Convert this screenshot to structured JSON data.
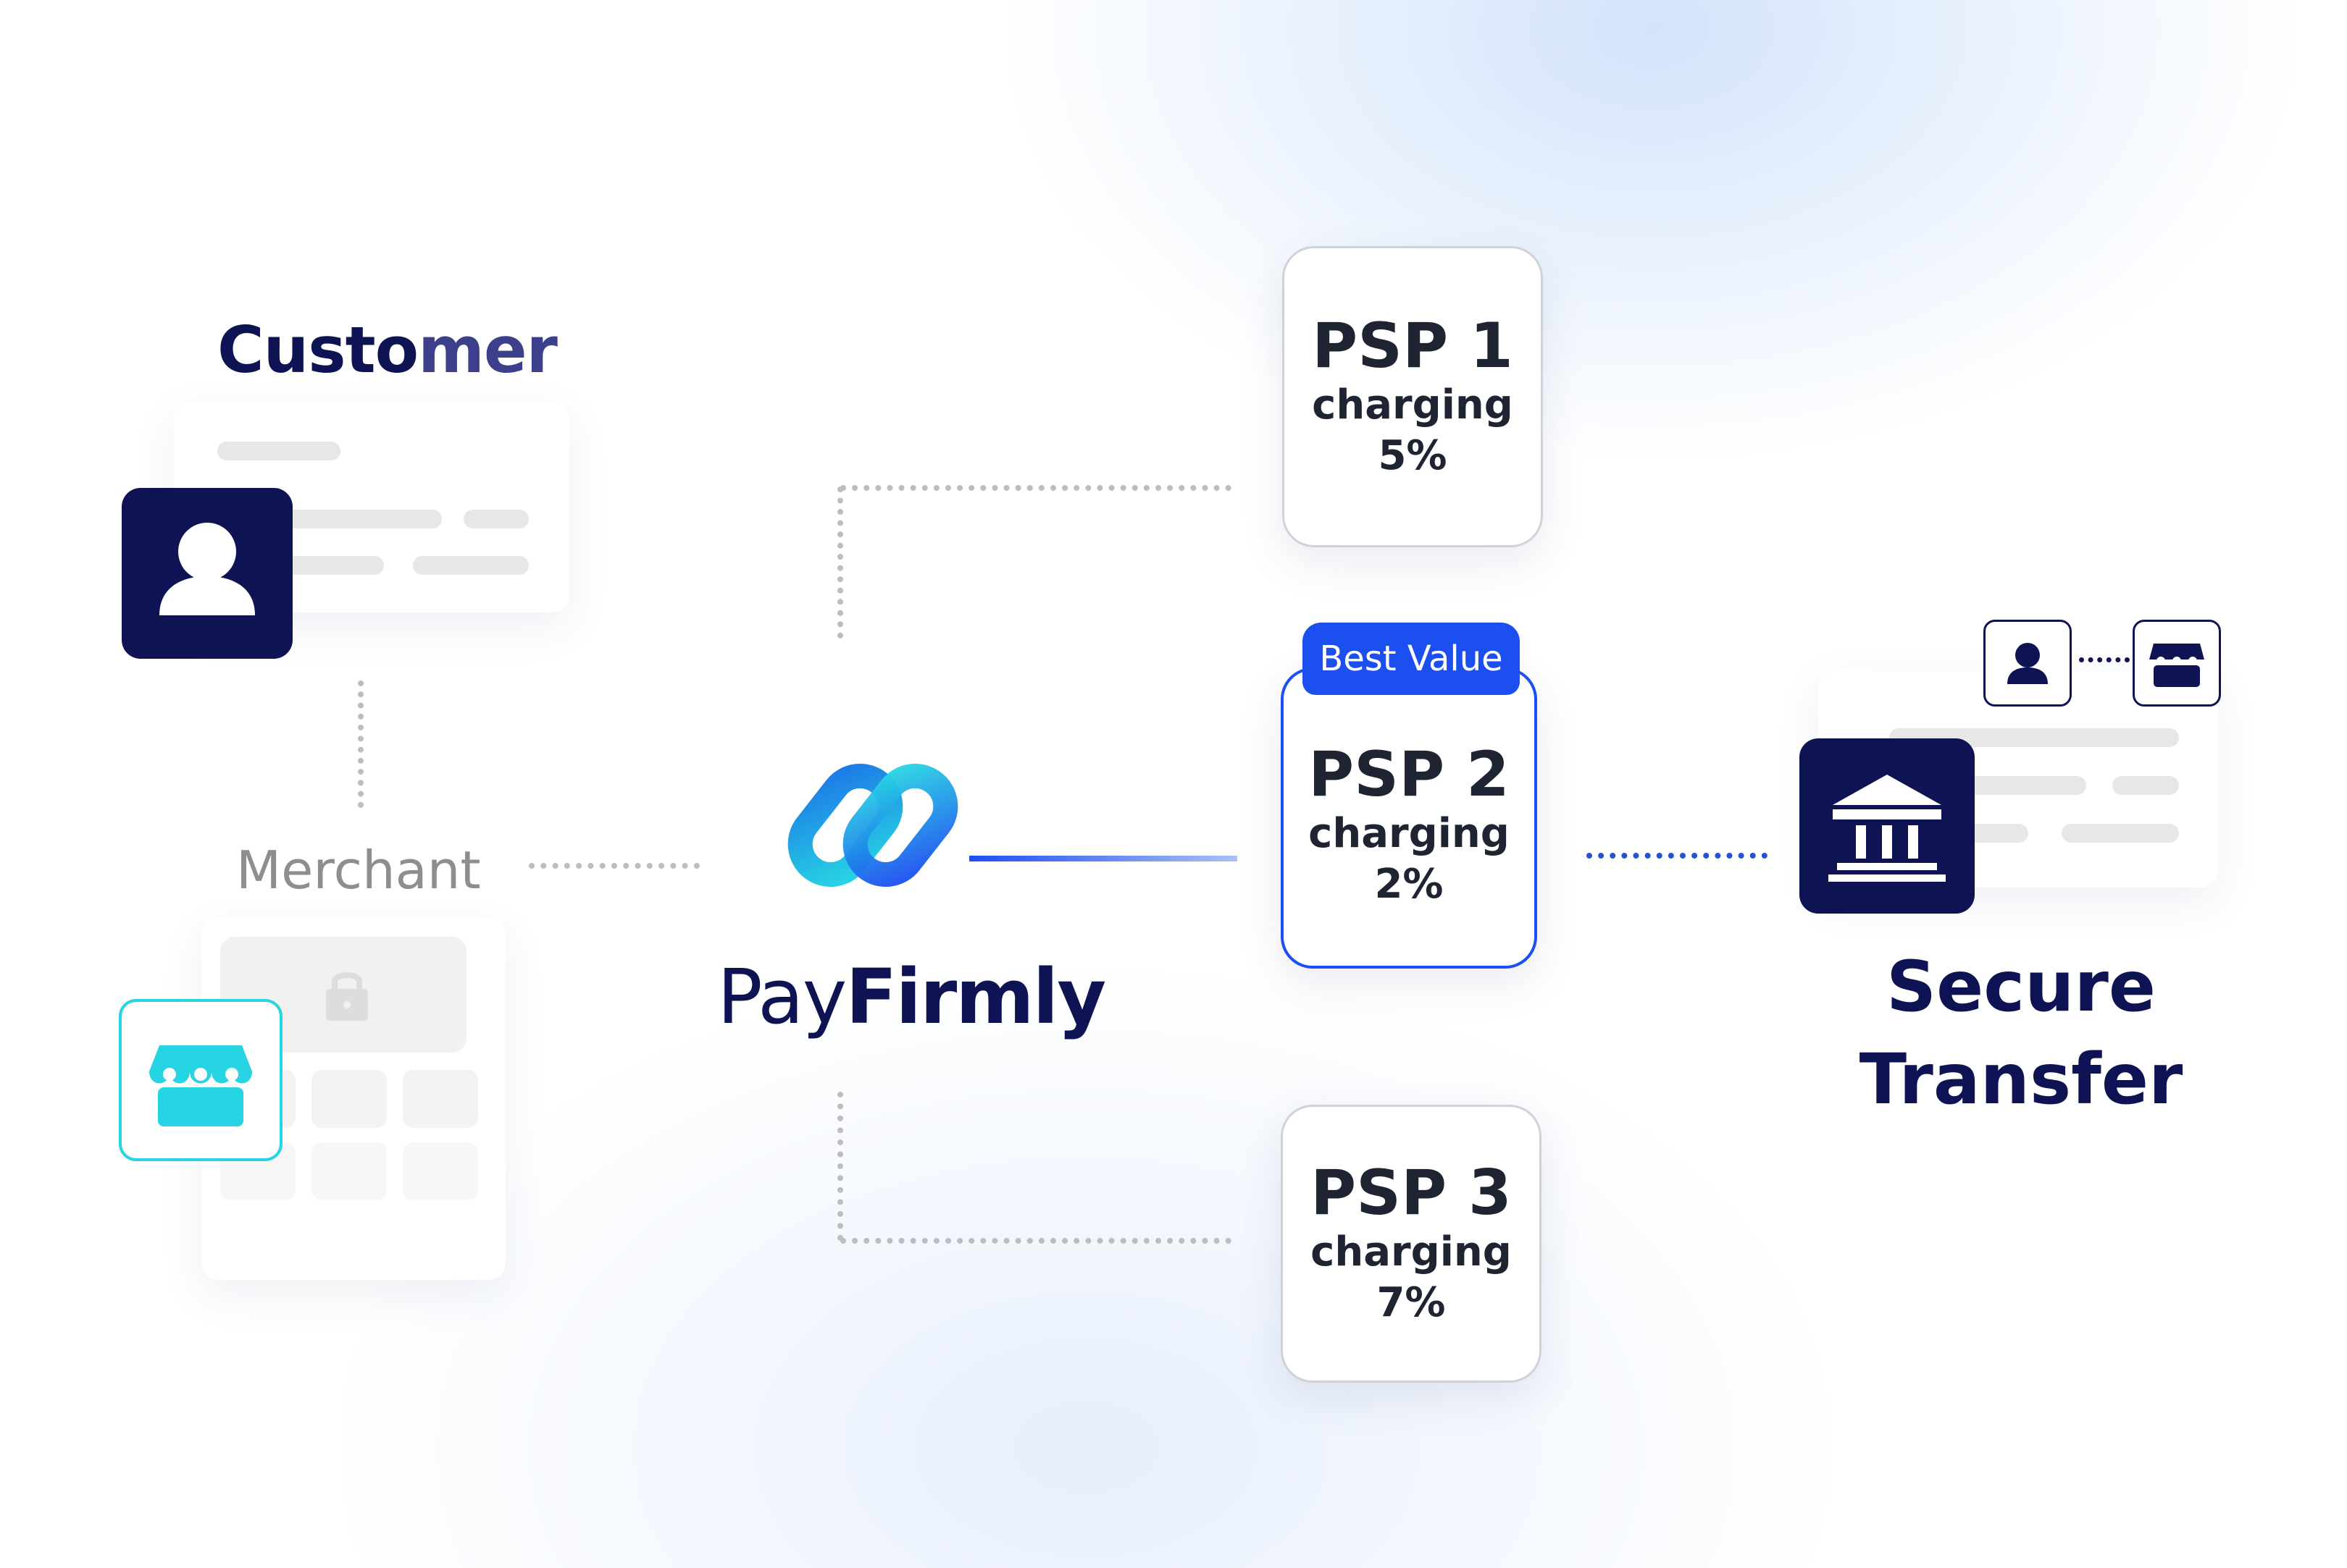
{
  "customer": {
    "label_main": "Custo",
    "label_tail": "mer"
  },
  "merchant": {
    "label": "Merchant"
  },
  "brand": {
    "name_light": "Pay",
    "name_bold": "Firmly"
  },
  "psps": [
    {
      "title": "PSP 1",
      "charging": "charging",
      "fee": "5%"
    },
    {
      "title": "PSP 2",
      "charging": "charging",
      "fee": "2%",
      "badge": "Best Value"
    },
    {
      "title": "PSP 3",
      "charging": "charging",
      "fee": "7%"
    }
  ],
  "destination": {
    "line1": "Secure",
    "line2": "Transfer"
  },
  "icons": [
    "user-icon",
    "shop-icon",
    "lock-icon",
    "chain-link-icon",
    "bank-icon"
  ],
  "colors": {
    "navy": "#0e1453",
    "cyan": "#27d4e3",
    "accent_blue": "#1c4ff0",
    "connector_grey": "#bdbdbd"
  }
}
